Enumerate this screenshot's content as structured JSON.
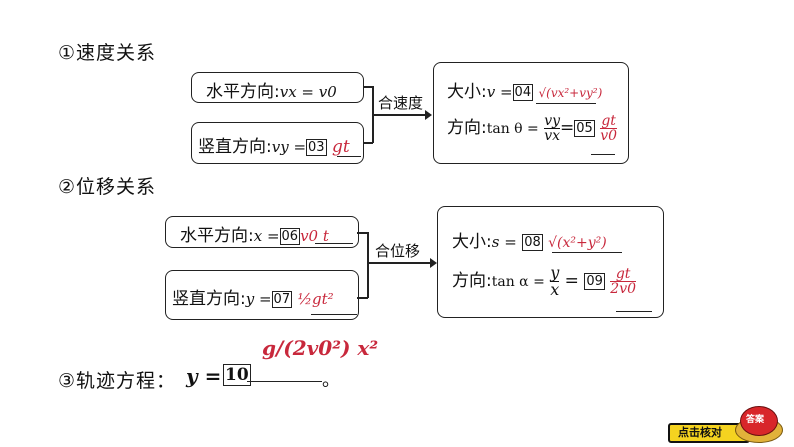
{
  "section1": {
    "heading": "①速度关系",
    "horizontal": {
      "label": "水平方向:",
      "formula": "vx = v0"
    },
    "vertical": {
      "label": "竖直方向:",
      "lhs": "vy =",
      "blank": "03",
      "answer": "gt"
    },
    "combine_label": "合速度",
    "magnitude": {
      "label": "大小:",
      "lhs": "v =",
      "blank": "04",
      "answer": "√(vx²+vy²)"
    },
    "direction": {
      "label": "方向:",
      "lhs": "tan θ =",
      "frac_num": "vy",
      "frac_den": "vx",
      "blank": "05",
      "answer_num": "gt",
      "answer_den": "v0"
    }
  },
  "section2": {
    "heading": "②位移关系",
    "horizontal": {
      "label": "水平方向:",
      "lhs": "x =",
      "blank": "06",
      "answer": "v0 t"
    },
    "vertical": {
      "label": "竖直方向:",
      "lhs": "y =",
      "blank": "07",
      "answer": "½gt²"
    },
    "combine_label": "合位移",
    "magnitude": {
      "label": "大小:",
      "lhs": "s =",
      "blank": "08",
      "answer": "√(x²+y²)"
    },
    "direction": {
      "label": "方向:",
      "lhs": "tan α =",
      "frac_num": "y",
      "frac_den": "x",
      "blank": "09",
      "answer_num": "gt",
      "answer_den": "2v0"
    }
  },
  "section3": {
    "heading": "③轨迹方程：",
    "lhs": "y =",
    "blank": "10",
    "answer": "g/(2v0²) x²",
    "end": "。"
  },
  "check_button": {
    "label": "点击核对",
    "badge": "答案"
  },
  "colors": {
    "answer": "#c8283c",
    "button_yellow": "#f5d320",
    "button_red": "#d8262a"
  }
}
